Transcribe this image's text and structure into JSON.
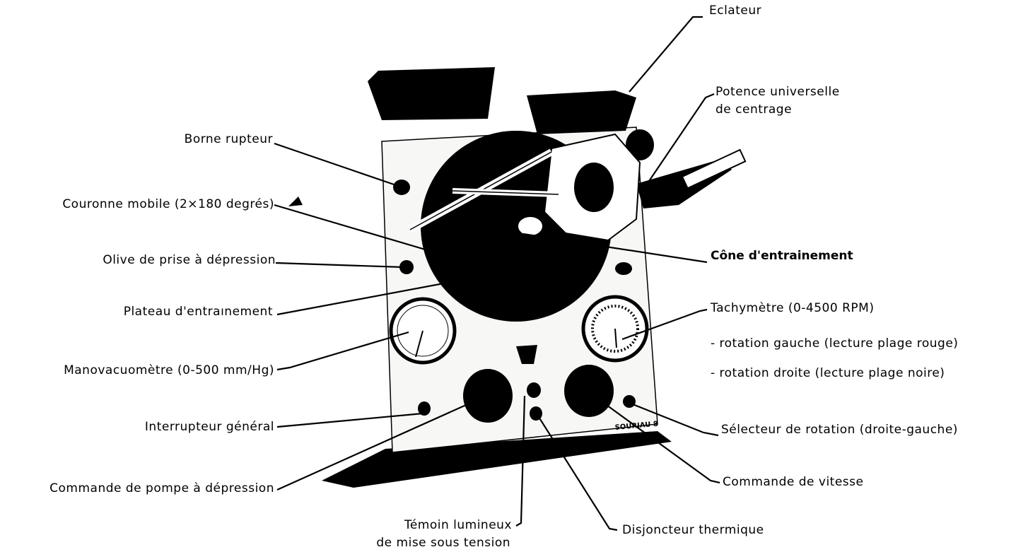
{
  "colors": {
    "ink": "#000000",
    "paper": "#ffffff",
    "panel": "#f7f7f5"
  },
  "labels": {
    "eclateur": "Eclateur",
    "potence_l1": "Potence universelle",
    "potence_l2": "de centrage",
    "borne_rupteur": "Borne rupteur",
    "couronne_mobile": "Couronne mobile (2×180 degrés)",
    "olive": "Olive de prise à dépression",
    "cone": "Cône d'entrainement",
    "plateau": "Plateau d'entraınement",
    "tachymetre": "Tachymètre (0-4500 RPM)",
    "rotation_gauche": "- rotation gauche (lecture plage rouge)",
    "rotation_droite": "- rotation droite (lecture plage noire)",
    "manovacuometre": "Manovacuomètre (0-500 mm/Hg)",
    "interrupteur": "Interrupteur général",
    "selecteur": "Sélecteur de rotation (droite-gauche)",
    "commande_vitesse": "Commande de vitesse",
    "commande_pompe": "Commande de pompe à dépression",
    "temoin_l1": "Témoin lumineux",
    "temoin_l2": "de mise sous tension",
    "disjoncteur": "Disjoncteur thermique",
    "brand_plate": "SOURIAU 8"
  }
}
